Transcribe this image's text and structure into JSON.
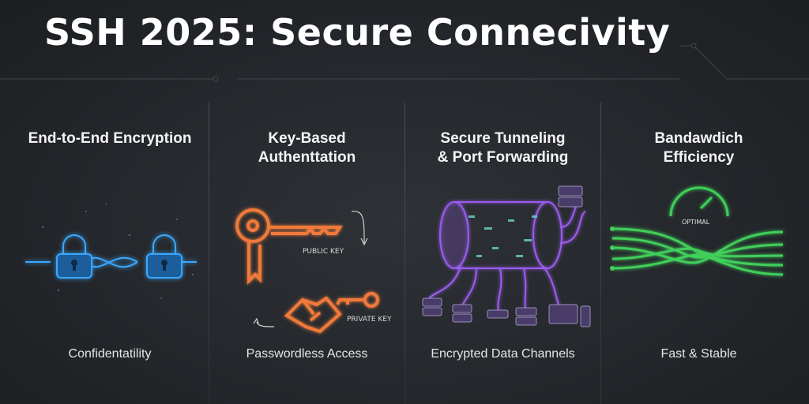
{
  "title": "SSH 2025: Secure Connecivity",
  "panels": [
    {
      "heading_line1": "End-to-End Encryption",
      "heading_line2": "",
      "caption": "Confidentatility",
      "icon": "padlock-icon",
      "accent": "#3aa8ff"
    },
    {
      "heading_line1": "Key-Based",
      "heading_line2": "Authenttation",
      "caption": "Passwordless Access",
      "icon": "key-icon",
      "accent": "#f07a3a",
      "public_key_label": "PUBLIC KEY",
      "private_key_label": "PRIVATE KEY"
    },
    {
      "heading_line1": "Secure Tunneling",
      "heading_line2": "& Port Forwarding",
      "caption": "Encrypted Data Channels",
      "icon": "tunnel-icon",
      "accent": "#9b5cf0"
    },
    {
      "heading_line1": "Bandawdich",
      "heading_line2": "Efficiency",
      "caption": "Fast & Stable",
      "icon": "gauge-icon",
      "accent": "#3fcf5a",
      "gauge_label": "OPTIMAL"
    }
  ]
}
